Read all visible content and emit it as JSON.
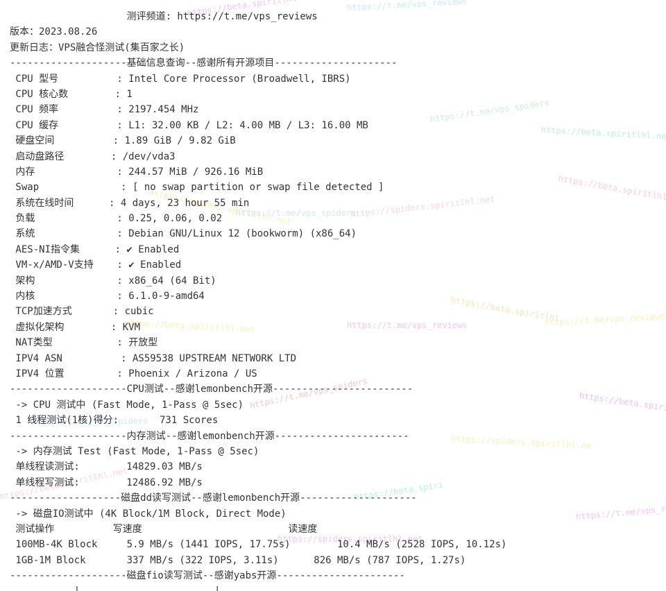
{
  "lines": [
    "                    测评频道: https://t.me/vps_reviews",
    "版本：2023.08.26",
    "更新日志：VPS融合怪测试(集百家之长)",
    "--------------------基础信息查询--感谢所有开源项目---------------------",
    " CPU 型号          : Intel Core Processor (Broadwell, IBRS)",
    " CPU 核心数        : 1",
    " CPU 频率          : 2197.454 MHz",
    " CPU 缓存          : L1: 32.00 KB / L2: 4.00 MB / L3: 16.00 MB",
    " 硬盘空间          : 1.89 GiB / 9.82 GiB",
    " 启动盘路径        : /dev/vda3",
    " 内存              : 244.57 MiB / 926.16 MiB",
    " Swap              : [ no swap partition or swap file detected ]",
    " 系统在线时间      : 4 days, 23 hour 55 min",
    " 负载              : 0.25, 0.06, 0.02",
    " 系统              : Debian GNU/Linux 12 (bookworm) (x86_64)",
    " AES-NI指令集      : ✔ Enabled",
    " VM-x/AMD-V支持    : ✔ Enabled",
    " 架构              : x86_64 (64 Bit)",
    " 内核              : 6.1.0-9-amd64",
    " TCP加速方式       : cubic",
    " 虚拟化架构        : KVM",
    " NAT类型           : 开放型",
    " IPV4 ASN          : AS59538 UPSTREAM NETWORK LTD",
    " IPV4 位置         : Phoenix / Arizona / US",
    "--------------------CPU测试--感谢lemonbench开源------------------------",
    " -> CPU 测试中 (Fast Mode, 1-Pass @ 5sec)",
    " 1 线程测试(1核)得分:       731 Scores",
    "--------------------内存测试--感谢lemonbench开源-----------------------",
    " -> 内存测试 Test (Fast Mode, 1-Pass @ 5sec)",
    " 单线程读测试:        14829.03 MB/s",
    " 单线程写测试:        12486.92 MB/s",
    "-------------------磁盘dd读写测试--感谢lemonbench开源--------------------",
    " -> 磁盘IO测试中 (4K Block/1M Block, Direct Mode)",
    " 测试操作          写速度                         读速度",
    " 100MB-4K Block     5.9 MB/s (1441 IOPS, 17.75s)        10.4 MB/s (2528 IOPS, 10.12s)",
    " 1GB-1M Block       337 MB/s (322 IOPS, 3.11s)      826 MB/s (787 IOPS, 1.27s)",
    "--------------------磁盘fio读写测试--感谢yabs开源----------------------",
    "           |                       |"
  ],
  "watermarks": [
    {
      "text": "https://beta.spiritlhl.net",
      "color": "#e07be0"
    },
    {
      "text": "https://t.me/vps_reviews",
      "color": "#7fd3f0"
    },
    {
      "text": "https://t.me/vps_spiders",
      "color": "#7fe0b0"
    },
    {
      "text": "https://beta.spiritlhl.net",
      "color": "#60e0c0"
    },
    {
      "text": "https://beta.spiritlhl.net",
      "color": "#f090b0"
    },
    {
      "text": "https://spiders.spiritlhl.net",
      "color": "#f0e060"
    },
    {
      "text": "https://t.me/vps_spiders",
      "color": "#90d0f0"
    },
    {
      "text": "https://spiders.spiritlhl.net",
      "color": "#f0a0c0"
    },
    {
      "text": "https://beta.spiritlhl",
      "color": "#f0c060"
    },
    {
      "text": "https://t.me/vps_reviews",
      "color": "#e080e0"
    },
    {
      "text": "https://beta.spiritlhl.net",
      "color": "#f0e060"
    },
    {
      "text": "https://t.me/vps_reviews",
      "color": "#f0e060"
    },
    {
      "text": "https://beta.spiri",
      "color": "#e070d0"
    },
    {
      "text": "https://t.me/vps_spiders",
      "color": "#f08080"
    },
    {
      "text": "https://t.me/vps_spiders",
      "color": "#90d0f0"
    },
    {
      "text": "https://spiders.spiritlhl.ne",
      "color": "#f0e060"
    },
    {
      "text": "https://beta.spiritlhl.net",
      "color": "#f0a0c0"
    },
    {
      "text": "https://beta.spiri",
      "color": "#60e0c0"
    },
    {
      "text": "https://t.me/vps_reviews",
      "color": "#e080e0"
    },
    {
      "text": "https://spiders.spiritlhl.net",
      "color": "#e080e0"
    }
  ]
}
